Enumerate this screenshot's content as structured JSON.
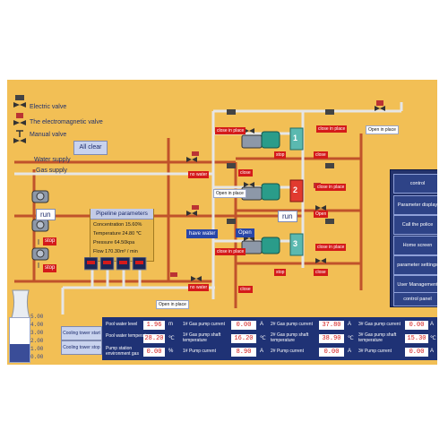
{
  "legend": {
    "electric_valve": "Electric valve",
    "electromagnetic_valve": "The electromagnetic valve",
    "manual_valve": "Manual valve",
    "all_clear": "All clear"
  },
  "supply": {
    "water": "Water supply",
    "gas": "Gas supply"
  },
  "pipeline": {
    "title": "Pipeline parameters",
    "concentration": "Concentration 15.60%",
    "temperature": "Temperature 24.80 ℃",
    "pressure": "Pressure 64.50kpa",
    "flow": "Flow 170.30m³ / min"
  },
  "labels": {
    "close_in_place": "close in place",
    "open_in_place": "Open in place",
    "stop": "stop",
    "close": "close",
    "run": "run",
    "open": "Open",
    "no_water": "no water",
    "have_water": "have water",
    "pump1": "1",
    "pump2": "2",
    "pump3": "3"
  },
  "nav": {
    "control": "control",
    "parameter_display": "Parameter display",
    "call_police": "Call the police",
    "home_screen": "Home screen",
    "parameter_settings": "parameter settings",
    "user_management": "User Management",
    "control_panel": "control panel"
  },
  "tank": {
    "ticks": [
      "5.00",
      "4.00",
      "3.00",
      "2.00",
      "1.00",
      "0.00"
    ],
    "cooling_start": "Cooling tower start",
    "cooling_stop": "Cooling tower stop"
  },
  "status": {
    "pool_level_label": "Pool water level",
    "pool_level_value": "1.96",
    "pool_level_unit": "m",
    "pool_temp_label": "Pool water temperature",
    "pool_temp_value": "28.20",
    "pool_temp_unit": "℃",
    "env_gas_label": "Pump station environment gas",
    "env_gas_value": "0.00",
    "env_gas_unit": "%",
    "g1_current_label": "1# Gas pump current",
    "g1_current_value": "0.00",
    "g1_temp_label": "1# Gas pump shaft temperature",
    "g1_temp_value": "16.20",
    "p1_current_label": "1# Pump current",
    "p1_current_value": "8.90",
    "g2_current_label": "2# Gas pump current",
    "g2_current_value": "37.80",
    "g2_temp_label": "2# Gas pump shaft temperature",
    "g2_temp_value": "38.90",
    "p2_current_label": "2# Pump current",
    "p2_current_value": "0.00",
    "g3_current_label": "3# Gas pump current",
    "g3_current_value": "0.00",
    "g3_temp_label": "3# Gas pump shaft temperature",
    "g3_temp_value": "15.30",
    "p3_current_label": "3# Pump current",
    "p3_current_value": "0.00",
    "unit_a": "A",
    "unit_c": "℃"
  },
  "colors": {
    "background": "#f2bf55",
    "water_pipe": "#c0522b",
    "gas_pipe": "#dcdcdc",
    "panel": "#24336c",
    "alarm": "#d41a1a"
  }
}
